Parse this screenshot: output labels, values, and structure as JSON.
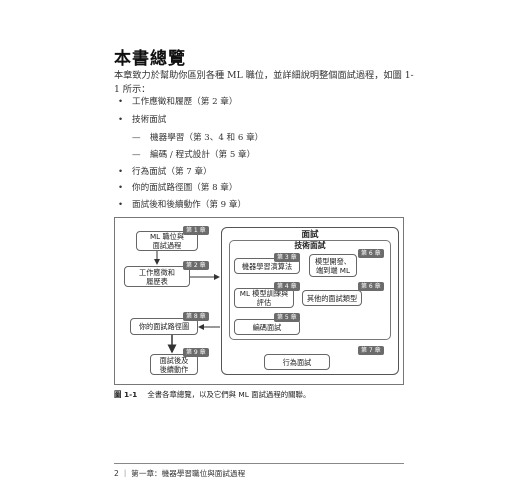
{
  "page": {
    "title": "本書總覽",
    "intro": "本章致力於幫助你區別各種 ML 職位，並詳細說明整個面試過程，如圖 1-1 所示："
  },
  "toc": [
    {
      "kind": "bullet",
      "marker": "•",
      "text": "工作應徵和履歷（第 2 章）"
    },
    {
      "kind": "bullet",
      "marker": "•",
      "text": "技術面試"
    },
    {
      "kind": "sub",
      "marker": "—",
      "text": "機器學習（第 3、4 和 6 章）"
    },
    {
      "kind": "sub",
      "marker": "—",
      "text": "編碼 / 程式設計（第 5 章）"
    },
    {
      "kind": "bullet",
      "marker": "•",
      "text": "行為面試（第 7 章）"
    },
    {
      "kind": "bullet",
      "marker": "•",
      "text": "你的面試路徑圖（第 8 章）"
    },
    {
      "kind": "bullet",
      "marker": "•",
      "text": "面試後和後續動作（第 9 章）"
    }
  ],
  "figure": {
    "interview_title": "面試",
    "technical_title": "技術面試",
    "nodes": [
      {
        "id": "ml-roles",
        "badge": "第 1 章",
        "label": "ML 職位與\n面試過程"
      },
      {
        "id": "application",
        "badge": "第 2 章",
        "label": "工作應徵和\n履歷表"
      },
      {
        "id": "algorithms",
        "badge": "第 3 章",
        "label": "機器學習演算法"
      },
      {
        "id": "model-deploy",
        "badge": "第 6 章",
        "label": "模型開發、\n端到端 ML"
      },
      {
        "id": "model-training",
        "badge": "第 4 章",
        "label": "ML 模型訓練與\n評估"
      },
      {
        "id": "other-models",
        "badge": "第 6 章",
        "label": "其他的面試類型"
      },
      {
        "id": "coding",
        "badge": "第 5 章",
        "label": "編碼面試"
      },
      {
        "id": "roadmap",
        "badge": "第 8 章",
        "label": "你的面試路徑圖"
      },
      {
        "id": "post-interview",
        "badge": "第 9 章",
        "label": "面試後及\n後續動作"
      },
      {
        "id": "behavioral",
        "badge": "第 7 章",
        "label": "行為面試"
      }
    ]
  },
  "caption": {
    "label": "圖 1-1",
    "text": "全書各章總覽，以及它們與 ML 面試過程的關聯。"
  },
  "footer": {
    "text": "2 ｜ 第一章：機器學習職位與面試過程"
  }
}
